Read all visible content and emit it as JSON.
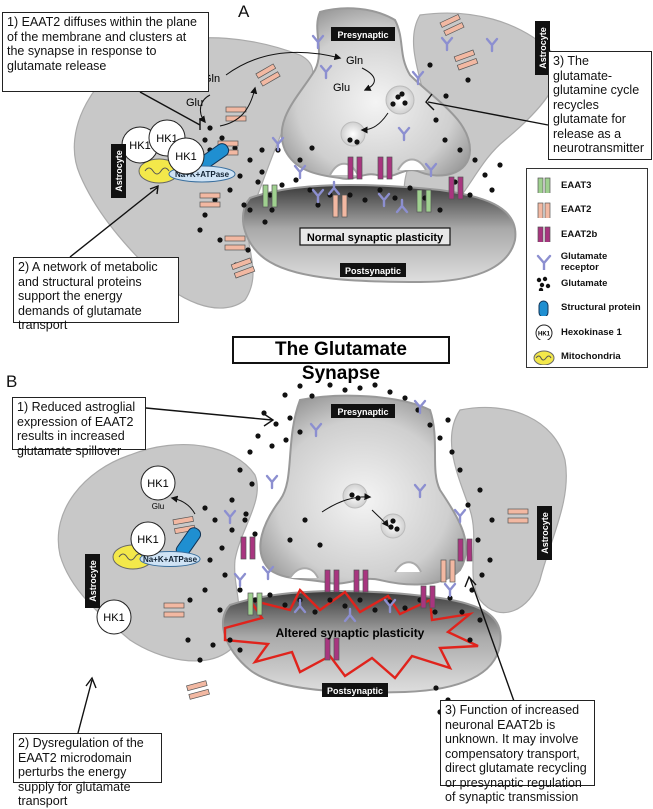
{
  "panel_a": {
    "letter": "A",
    "callout1": "1) EAAT2 diffuses within the plane of the membrane and clusters at the synapse in response to glutamate release",
    "callout2": "2) A network of metabolic and structural proteins support the energy demands of glutamate transport",
    "callout3": "3) The glutamate-glutamine cycle recycles glutamate for release as a neurotransmitter",
    "presynaptic": "Presynaptic",
    "postsynaptic": "Postsynaptic",
    "astrocyte_left": "Astrocyte",
    "astrocyte_right": "Astrocyte",
    "plasticity": "Normal synaptic plasticity",
    "hk1": "HK1",
    "atpase": "Na+K+ATPase",
    "gln_1": "Gln",
    "glu_1": "Glu",
    "gln_2": "Gln",
    "glu_2": "Glu"
  },
  "title": "The Glutamate Synapse",
  "legend": {
    "items": [
      {
        "label": "EAAT3",
        "icon": "eaat3-icon",
        "color": "#9fd08f"
      },
      {
        "label": "EAAT2",
        "icon": "eaat2-icon",
        "color": "#f2b8a2"
      },
      {
        "label": "EAAT2b",
        "icon": "eaat2b-icon",
        "color": "#a8357f"
      },
      {
        "label": "Glutamate receptor",
        "icon": "receptor-icon",
        "color": "#8c8fd0"
      },
      {
        "label": "Glutamate",
        "icon": "glutamate-icon",
        "color": "#111111"
      },
      {
        "label": "Structural protein",
        "icon": "structural-protein-icon",
        "color": "#1f8fd1"
      },
      {
        "label": "Hexokinase 1",
        "icon": "hexokinase-icon",
        "color": "#ffffff"
      },
      {
        "label": "Mitochondria",
        "icon": "mitochondria-icon",
        "color": "#f3e84a"
      }
    ],
    "hk_symbol": "HK1"
  },
  "panel_b": {
    "letter": "B",
    "callout1": "1) Reduced astroglial expression of EAAT2 results in increased glutamate spillover",
    "callout2": "2) Dysregulation of the EAAT2 microdomain perturbs the energy supply for glutamate transport",
    "callout3": "3) Function of increased neuronal EAAT2b is unknown. It may involve compensatory transport, direct glutamate recycling or presynaptic regulation of synaptic transmission",
    "presynaptic": "Presynaptic",
    "postsynaptic": "Postsynaptic",
    "astrocyte_left": "Astrocyte",
    "astrocyte_right": "Astrocyte",
    "plasticity": "Altered synaptic plasticity",
    "hk1": "HK1",
    "glu": "Glu",
    "atpase": "Na+K+ATPase"
  }
}
